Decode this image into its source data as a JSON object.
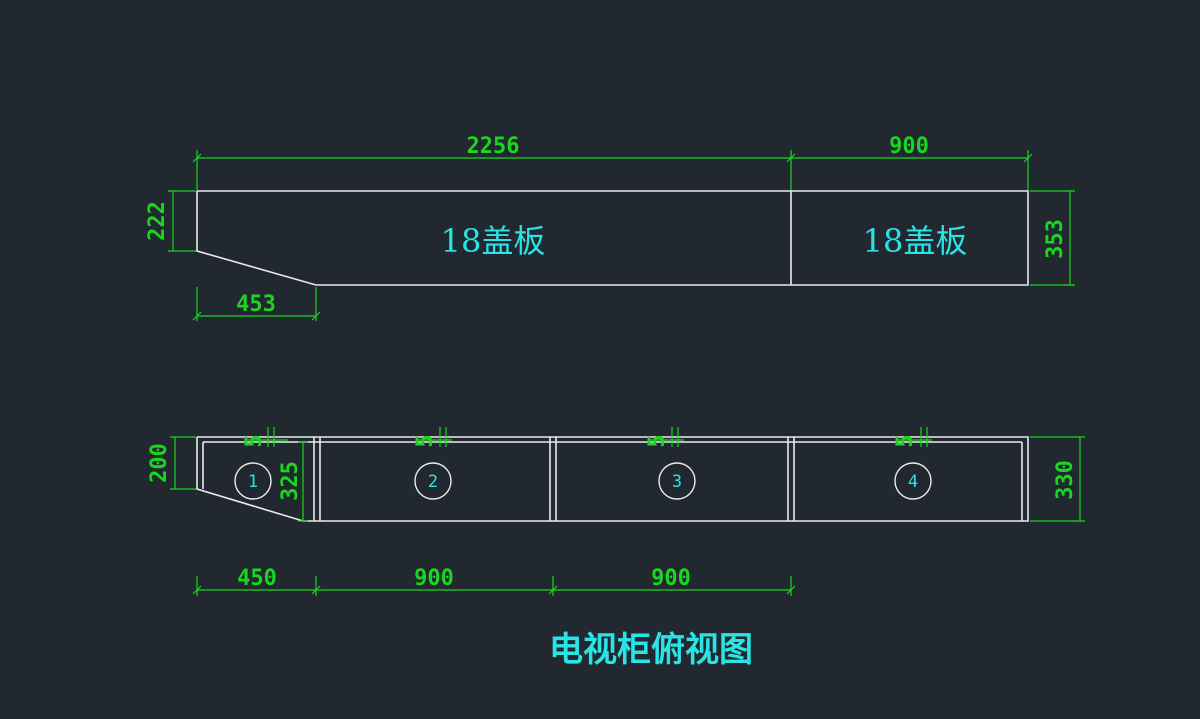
{
  "drawing": {
    "title": "电视柜俯视图"
  },
  "top_view": {
    "panel_labels": [
      "18盖板",
      "18盖板"
    ],
    "dims": {
      "overall_left": "2256",
      "overall_right": "900",
      "left_height": "222",
      "right_height": "353",
      "bottom_offset": "453"
    }
  },
  "bottom_view": {
    "compartments": [
      "1",
      "2",
      "3",
      "4"
    ],
    "tick_marks": [
      "5",
      "5",
      "5",
      "5"
    ],
    "dims": {
      "left_height": "200",
      "inner_height": "325",
      "right_height": "330",
      "widths": [
        "450",
        "900",
        "900"
      ]
    }
  },
  "colors": {
    "background": "#212830",
    "outline": "#e8ecf0",
    "dimension": "#19d61e",
    "label": "#28e4e4"
  }
}
